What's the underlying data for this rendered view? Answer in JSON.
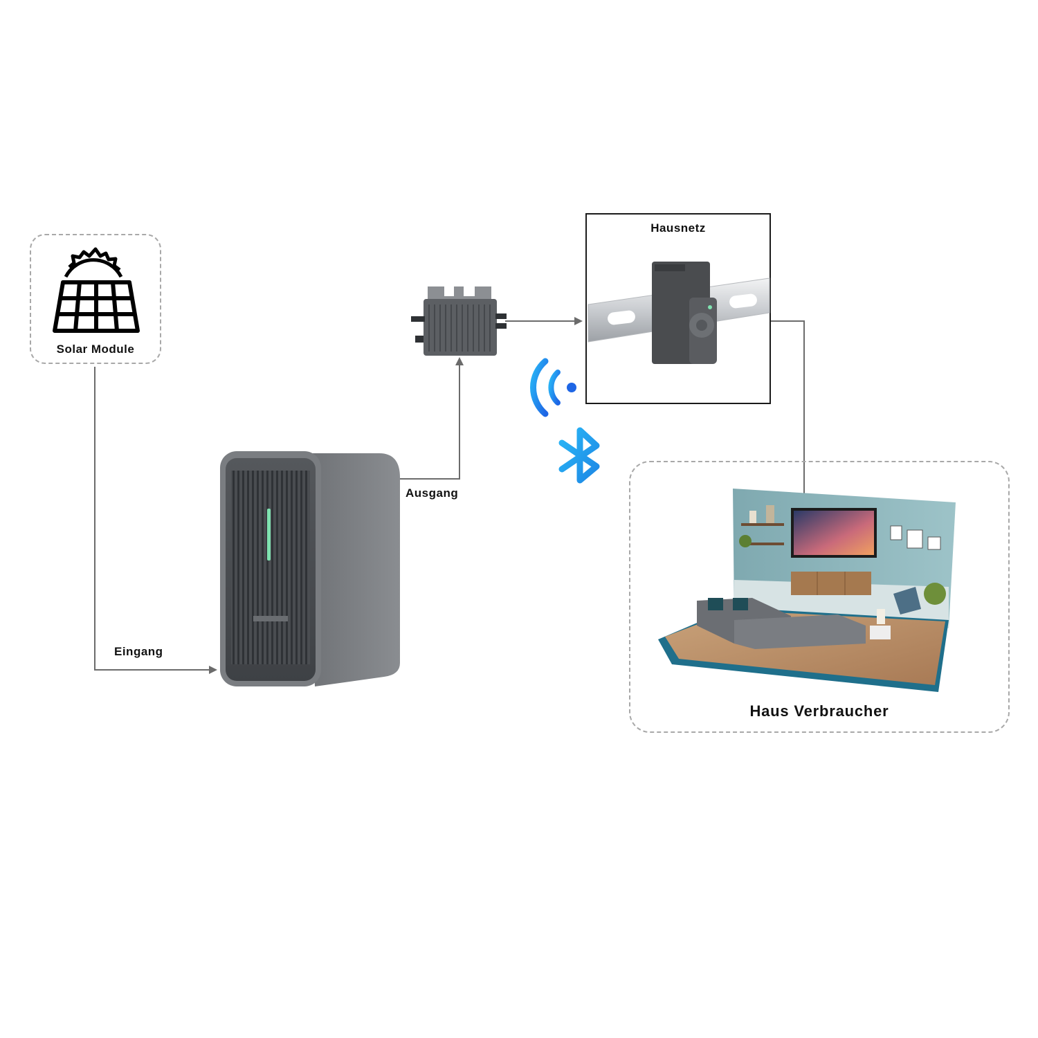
{
  "nodes": {
    "solar": {
      "label": "Solar Module",
      "icon": "solar-panel-icon"
    },
    "battery": {
      "icon": "battery-storage-icon"
    },
    "inverter": {
      "icon": "micro-inverter-icon"
    },
    "grid": {
      "label": "Hausnetz",
      "icon": "smart-meter-icon"
    },
    "house": {
      "label": "Haus Verbraucher",
      "icon": "living-room-icon"
    }
  },
  "connections": {
    "input_label": "Eingang",
    "output_label": "Ausgang"
  },
  "wireless": {
    "wifi_icon": "wifi-icon",
    "bluetooth_icon": "bluetooth-icon"
  },
  "colors": {
    "connector": "#6b6b6b",
    "wireless_blue": "#1e88e5",
    "wireless_cyan": "#29b6f6",
    "device_gray": "#5f6368",
    "dashed_border": "#a8a8a8"
  }
}
